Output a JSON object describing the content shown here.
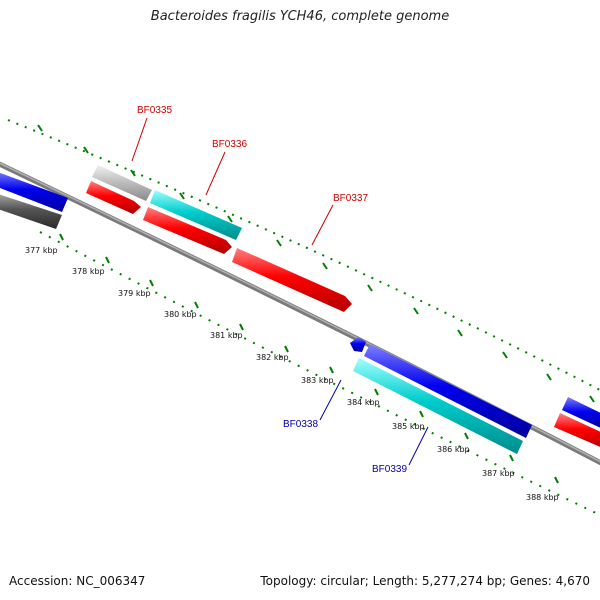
{
  "title": "Bacteroides fragilis YCH46, complete genome",
  "footer": {
    "accession": "Accession: NC_006347",
    "summary": "Topology: circular; Length: 5,277,274 bp; Genes: 4,670"
  },
  "colors": {
    "forward_cds": "#ff0000",
    "forward_alt": "#00cccc",
    "forward_other": "#c0c0c0",
    "reverse_cds": "#0000ee",
    "reverse_other": "#555555",
    "backbone": "#808080",
    "ticks": "#008000",
    "label_forward": "#cc0000",
    "label_reverse": "#0000aa"
  },
  "scale_labels": [
    "377 kbp",
    "378 kbp",
    "379 kbp",
    "380 kbp",
    "381 kbp",
    "382 kbp",
    "383 kbp",
    "384 kbp",
    "385 kbp",
    "386 kbp",
    "387 kbp",
    "388 kbp"
  ],
  "gene_labels": {
    "BF0335": "BF0335",
    "BF0336": "BF0336",
    "BF0337": "BF0337",
    "BF0338": "BF0338",
    "BF0339": "BF0339"
  }
}
